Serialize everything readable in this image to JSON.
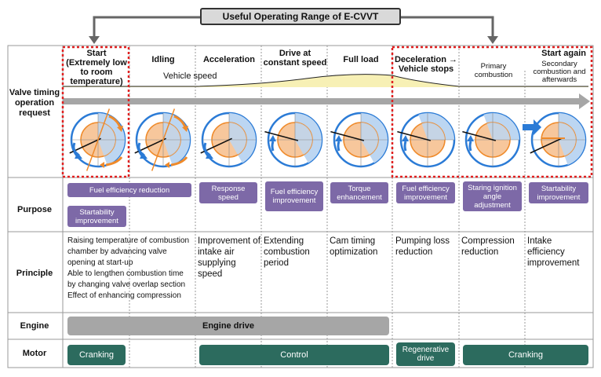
{
  "title": "Useful Operating Range of E-CVVT",
  "row_labels": {
    "valve": "Valve timing operation request",
    "purpose": "Purpose",
    "principle": "Principle",
    "engine": "Engine",
    "motor": "Motor"
  },
  "phases": {
    "start": "Start (Extremely low to room temperature)",
    "idling": "Idling",
    "acceleration": "Acceleration",
    "constant": "Drive at constant speed",
    "fullload": "Full load",
    "decel": "Deceleration → Vehicle stops",
    "startagain": "Start again",
    "primary": "Primary combustion",
    "secondary": "Secondary combustion and afterwards"
  },
  "vehicle_speed_label": "Vehicle speed",
  "purpose": {
    "fuel_eff": "Fuel efficiency reduction",
    "startability1": "Startability improvement",
    "response": "Response speed",
    "fuel_eff_impr": "Fuel efficiency improvement",
    "torque": "Torque enhancement",
    "fuel_eff_impr2": "Fuel efficiency improvement",
    "staring": "Staring ignition angle adjustment",
    "startability2": "Startability improvement"
  },
  "principle": {
    "start_lines": [
      "Raising temperature of combustion",
      "chamber by advancing valve",
      "opening at start-up",
      "Able to lengthen combustion time",
      "by changing valve overlap section",
      "Effect of enhancing compression"
    ],
    "accel": "Improvement of intake air supplying speed",
    "constant": "Extending combustion period",
    "fullload": "Cam timing optimization",
    "decel": "Pumping loss reduction",
    "primary": "Compression reduction",
    "secondary": "Intake efficiency improvement"
  },
  "engine": {
    "drive": "Engine drive"
  },
  "motor": {
    "cranking1": "Cranking",
    "control": "Control",
    "regen": "Regenerative drive",
    "cranking2": "Cranking"
  },
  "colors": {
    "purple": "#7d69a7",
    "green": "#2c6b5e",
    "gray": "#a6a6a6",
    "blue": "#2b7bd6",
    "light_blue": "#bcd6f2",
    "orange_fill": "#f7c79c",
    "orange": "#ef8a2a",
    "red_dash": "#e02020",
    "speed_fill": "#f7f0b5"
  }
}
